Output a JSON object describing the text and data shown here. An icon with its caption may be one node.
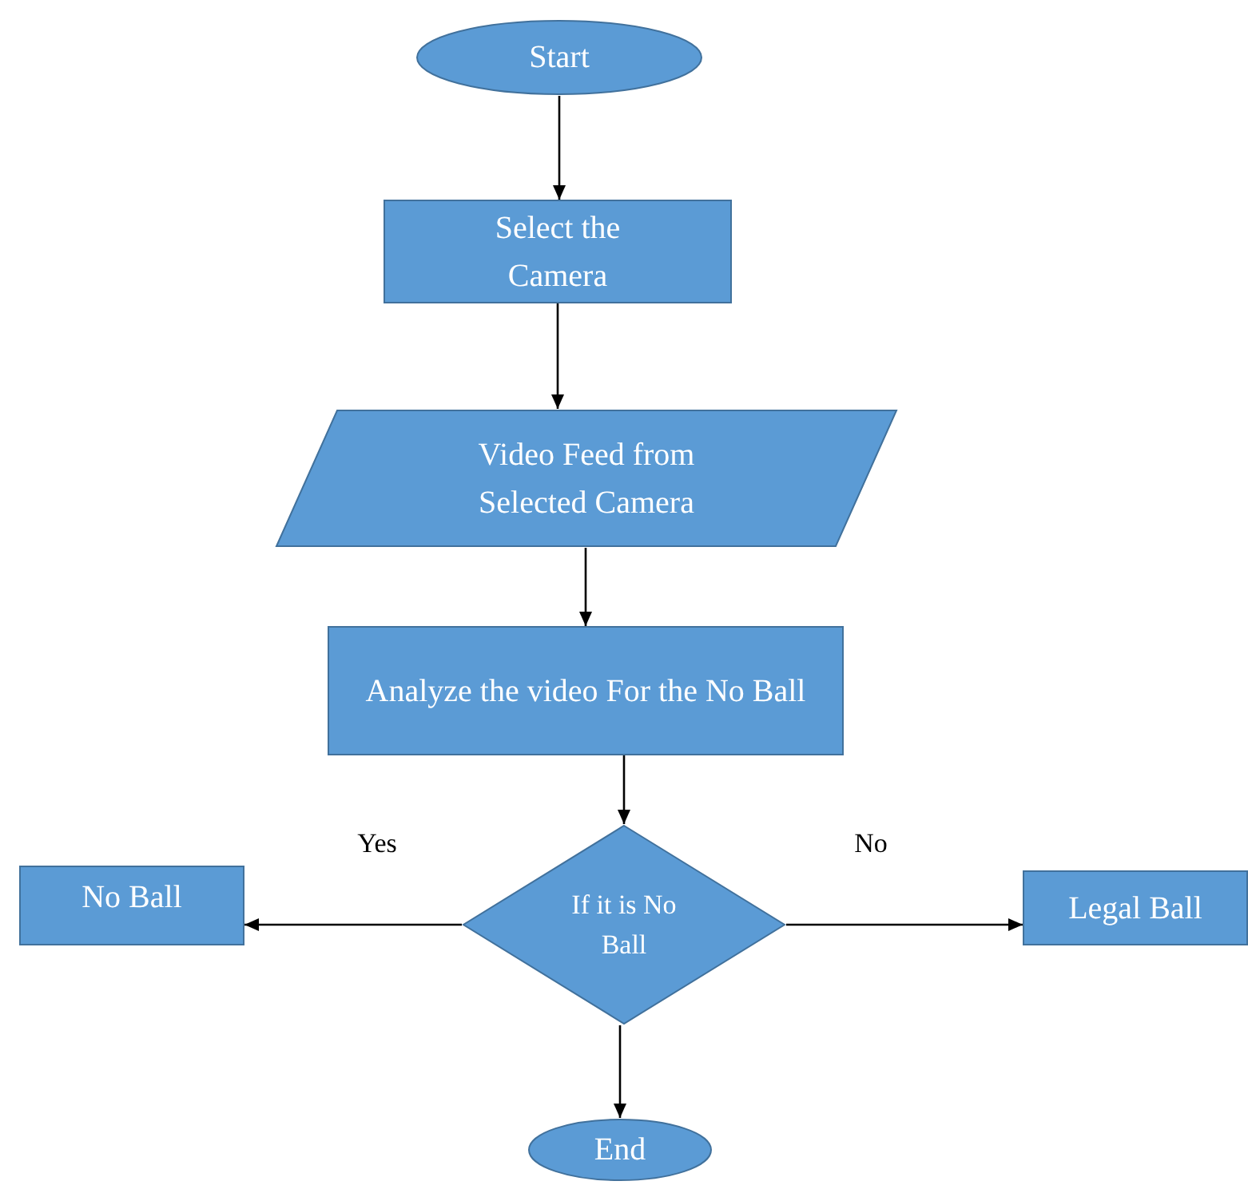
{
  "diagram": {
    "nodes": [
      {
        "text": [
          "Start"
        ]
      },
      {
        "text": [
          "Select the Camera"
        ]
      },
      {
        "text": [
          "Video Feed from Selected Camera"
        ]
      },
      {
        "text": [
          "Analyze the video For the No Ball"
        ]
      },
      {
        "text": [
          "If it is No Ball"
        ]
      },
      {
        "text": [
          "No Ball"
        ]
      },
      {
        "text": [
          "Legal Ball"
        ]
      },
      {
        "text": [
          "End"
        ]
      }
    ],
    "edges": [
      {
        "from": 0,
        "to": 1,
        "arrow": "to"
      },
      {
        "from": 1,
        "to": 2,
        "arrow": "to"
      },
      {
        "from": 2,
        "to": 3,
        "arrow": "to"
      },
      {
        "from": 3,
        "to": 4,
        "arrow": "to"
      },
      {
        "from": 4,
        "to": 5,
        "arrow": "to",
        "label": "Yes"
      },
      {
        "from": 4,
        "to": 6,
        "arrow": "to",
        "label": "No"
      },
      {
        "from": 4,
        "to": 7,
        "arrow": "to"
      }
    ]
  }
}
